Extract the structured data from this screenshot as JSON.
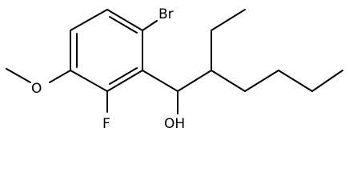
{
  "molecule": {
    "atoms": {
      "bromine": "Br",
      "fluorine": "F",
      "oxygen_methoxy": "O",
      "hydroxyl": "OH"
    },
    "colors": {
      "bond": "#000000",
      "label": "#000000",
      "background": "#ffffff"
    }
  }
}
